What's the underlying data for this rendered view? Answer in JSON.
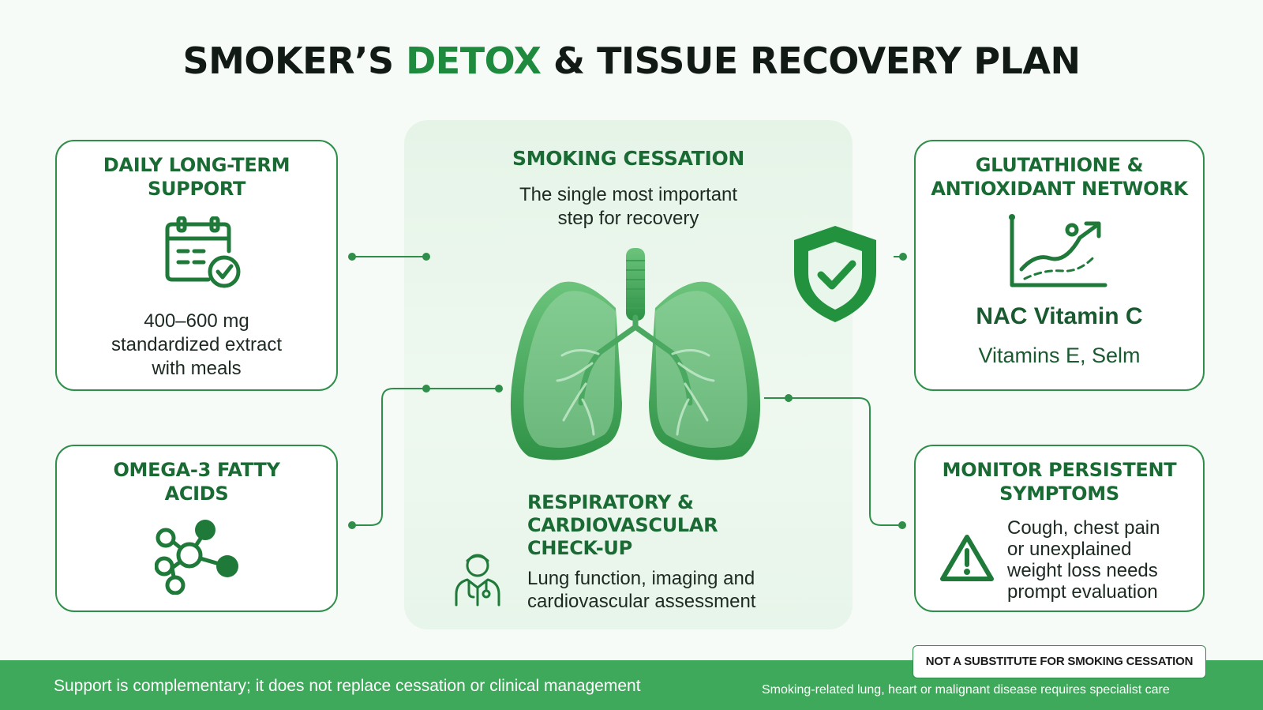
{
  "title": {
    "pre": "SMOKER’S ",
    "accent": "DETOX",
    "post": " & TISSUE RECOVERY PLAN"
  },
  "cards": {
    "daily": {
      "title_l1": "DAILY LONG-TERM",
      "title_l2": "SUPPORT",
      "line1": "400–600 mg",
      "line2": "standardized extract",
      "line3": "with meals",
      "icon": "calendar-check-icon"
    },
    "omega": {
      "title_l1": "OMEGA-3 FATTY",
      "title_l2": "ACIDS",
      "icon": "molecule-icon"
    },
    "glutathione": {
      "title_l1": "GLUTATHIONE &",
      "title_l2": "ANTIOXIDANT NETWORK",
      "big": "NAC Vitamin C",
      "sub": "Vitamins E, Selm",
      "icon": "rising-chart-icon"
    },
    "monitor": {
      "title_l1": "MONITOR PERSISTENT",
      "title_l2": "SYMPTOMS",
      "line1": "Cough, chest pain",
      "line2": "or unexplained",
      "line3": "weight loss needs",
      "line4": "prompt evaluation",
      "icon": "warning-triangle-icon"
    }
  },
  "center": {
    "cessation_title": "SMOKING CESSATION",
    "cessation_l1": "The single most important",
    "cessation_l2": "step for recovery",
    "checkup_l1": "RESPIRATORY &",
    "checkup_l2": "CARDIOVASCULAR",
    "checkup_l3": "CHECK-UP",
    "checkup_sub_l1": "Lung function, imaging and",
    "checkup_sub_l2": "cardiovascular assessment",
    "icons": [
      "lungs-icon",
      "shield-check-icon",
      "doctor-icon"
    ]
  },
  "footer": {
    "left": "Support is complementary; it does not replace cessation or clinical management",
    "right": "Smoking-related lung, heart or malignant disease requires specialist care",
    "badge": "NOT A SUBSTITUTE FOR SMOKING CESSATION"
  },
  "colors": {
    "accent": "#1e8a3e",
    "card_border": "#2f8f4a",
    "footer_bg": "#3ea95a",
    "panel_bg": "#e6f4e8"
  }
}
